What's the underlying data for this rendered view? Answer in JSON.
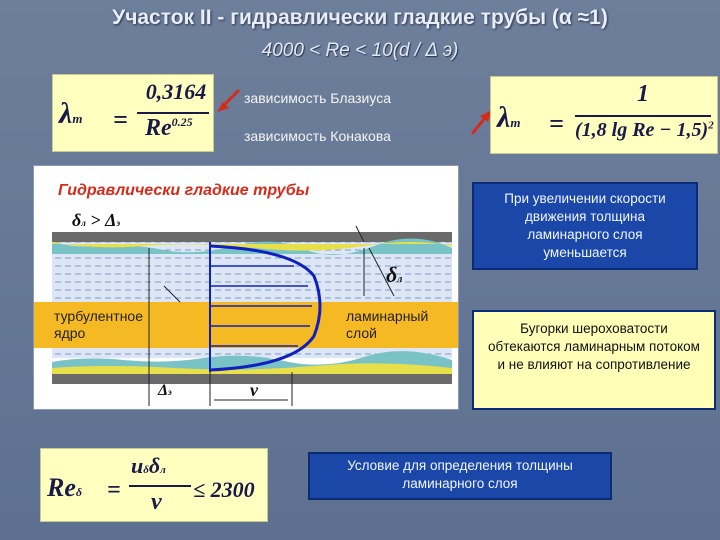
{
  "title": "Участок II - гидравлически гладкие трубы (α ≈1)",
  "subtitle": "4000 < Re < 10(d / Δ э)",
  "formula_blasius": {
    "lhs": "λ",
    "lhs_sub": "т",
    "num": "0,3164",
    "den": "Re",
    "den_exp": "0.25"
  },
  "formula_konakov": {
    "lhs": "λ",
    "lhs_sub": "т",
    "num": "1",
    "den": "(1,8 lg Re − 1,5)",
    "den_exp": "2"
  },
  "label_blasius": "зависимость Блазиуса",
  "label_konakov": "зависимость Конакова",
  "diagram": {
    "heading": "Гидравлически гладкие трубы",
    "cond_left": "δ",
    "cond_left_sub": "л",
    "cond_op": " > ",
    "cond_right": "Δ",
    "cond_right_sub": "э",
    "delta_l": "δ",
    "delta_l_sub": "л",
    "delta_e": "Δ",
    "delta_e_sub": "э",
    "core_label_1": "турбулентное",
    "core_label_2": "ядро",
    "lam_label_1": "ламинарный",
    "lam_label_2": "слой",
    "v_label": "v"
  },
  "note_speed": "При увеличении скорости движения толщина ламинарного слоя уменьшается",
  "note_rough": "Бугорки шероховатости обтекаются ламинарным потоком и не влияют на сопротивление",
  "formula_re": {
    "lhs": "Re",
    "lhs_sub": "δ",
    "num": "u",
    "num_sub": "δ",
    "num2": "δ",
    "num2_sub": "л",
    "den": "ν",
    "rhs": "≤ 2300"
  },
  "note_condition": "Условие для определения толщины ламинарного слоя",
  "colors": {
    "accent_red": "#d62a1a",
    "blue_box": "#1a47a8",
    "yellow": "#ffffb8"
  }
}
